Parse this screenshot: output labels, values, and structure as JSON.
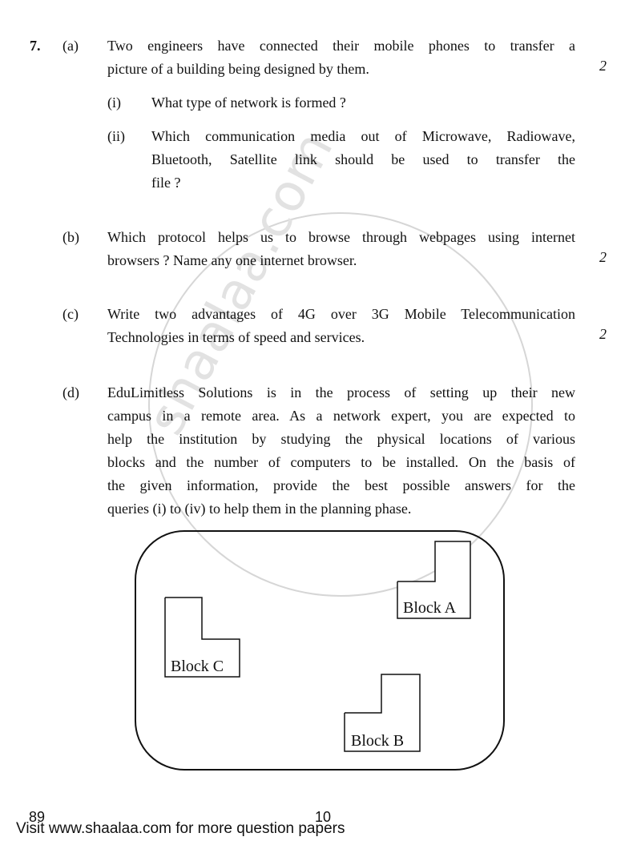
{
  "question": {
    "number": "7.",
    "parts": [
      {
        "label": "(a)",
        "lines": [
          "Two engineers have connected their mobile phones to transfer a",
          "picture of a building being designed by them."
        ],
        "marks": "2",
        "subparts": [
          {
            "label": "(i)",
            "lines": [
              "What type of network is formed ?"
            ]
          },
          {
            "label": "(ii)",
            "lines": [
              "Which communication media out of Microwave, Radiowave,",
              "Bluetooth, Satellite link should be used to transfer the",
              "file ?"
            ]
          }
        ]
      },
      {
        "label": "(b)",
        "lines": [
          "Which protocol helps us to browse through webpages using internet",
          "browsers ? Name any one internet browser."
        ],
        "marks": "2"
      },
      {
        "label": "(c)",
        "lines": [
          "Write two advantages of 4G over 3G Mobile Telecommunication",
          "Technologies in terms of speed and services."
        ],
        "marks": "2"
      },
      {
        "label": "(d)",
        "lines": [
          "EduLimitless Solutions is in the process of setting up their new",
          "campus in a remote area. As a network expert, you are expected to",
          "help the institution by studying the physical locations of various",
          "blocks and the number of computers to be installed. On the basis of",
          "the given information, provide the best possible answers for the",
          "queries (i) to (iv) to help them in the planning phase."
        ]
      }
    ]
  },
  "diagram": {
    "blocks": [
      "Block A",
      "Block B",
      "Block C"
    ]
  },
  "watermark": "shaalaa.com",
  "footer": {
    "code": "89",
    "page_number": "10",
    "visit_text": "Visit www.shaalaa.com for more question papers"
  }
}
